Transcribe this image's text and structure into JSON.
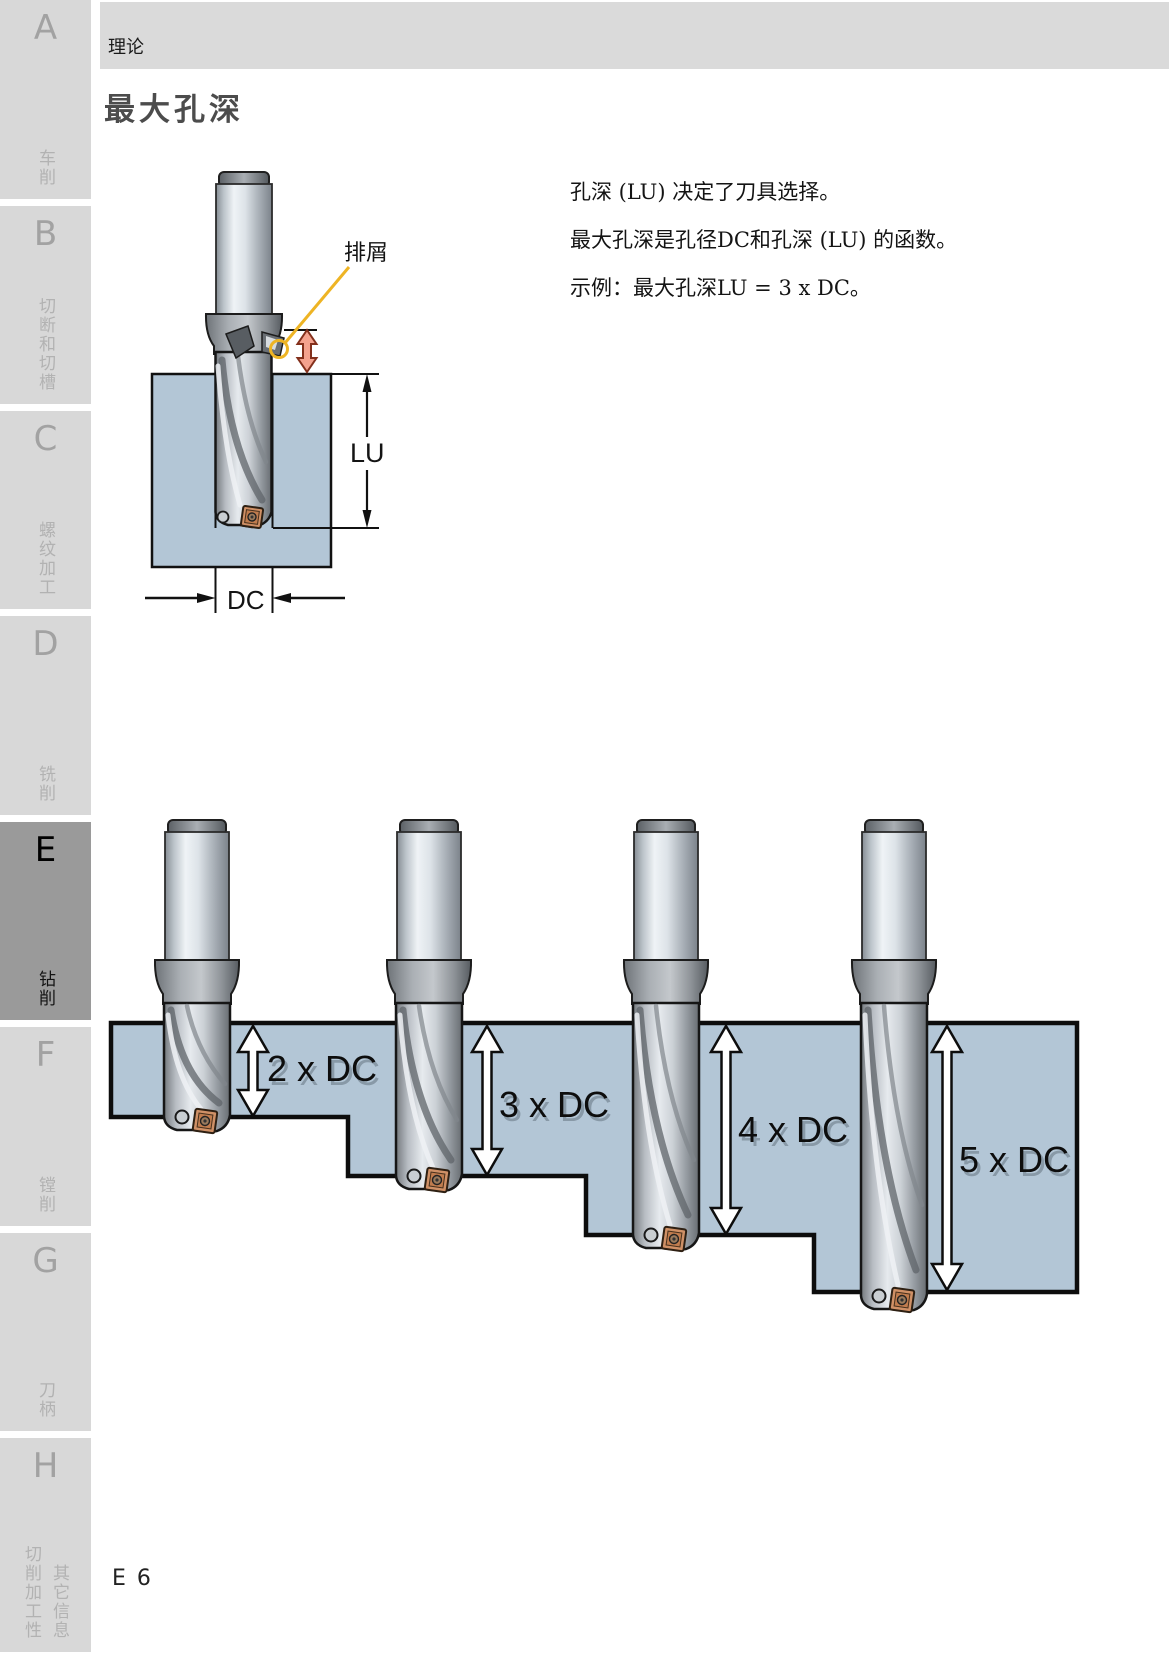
{
  "header": {
    "breadcrumb": "理论"
  },
  "page": {
    "title": "最大孔深",
    "page_number": "E 6"
  },
  "sidebar": {
    "items": [
      {
        "letter": "A",
        "label": "车削",
        "active": false
      },
      {
        "letter": "B",
        "label": "切断和切槽",
        "active": false
      },
      {
        "letter": "C",
        "label": "螺纹加工",
        "active": false
      },
      {
        "letter": "D",
        "label": "铣削",
        "active": false
      },
      {
        "letter": "E",
        "label": "钻削",
        "active": true
      },
      {
        "letter": "F",
        "label": "镗削",
        "active": false
      },
      {
        "letter": "G",
        "label": "刀柄",
        "active": false
      },
      {
        "letter": "H",
        "label": "切削加工性",
        "label2": "其它信息",
        "active": false
      }
    ]
  },
  "intro": {
    "line1": "孔深 (LU) 决定了刀具选择。",
    "line2": "最大孔深是孔径DC和孔深 (LU) 的函数。",
    "line3": "示例：最大孔深LU = 3 x DC。"
  },
  "top_diagram": {
    "chip_label": "排屑",
    "lu_label": "LU",
    "dc_label": "DC"
  },
  "bottom_diagram": {
    "depth_labels": [
      "2 x DC",
      "3 x DC",
      "4 x DC",
      "5 x DC"
    ]
  },
  "colors": {
    "workpiece_blue": "#b3c6d6",
    "sidebar_gray": "#d8d8d8",
    "sidebar_active_gray": "#9a9a9a",
    "header_gray": "#dadada",
    "accent_yellow": "#eeb424",
    "pink_arrow": "#f4a28e",
    "insert_copper": "#cf9066"
  }
}
